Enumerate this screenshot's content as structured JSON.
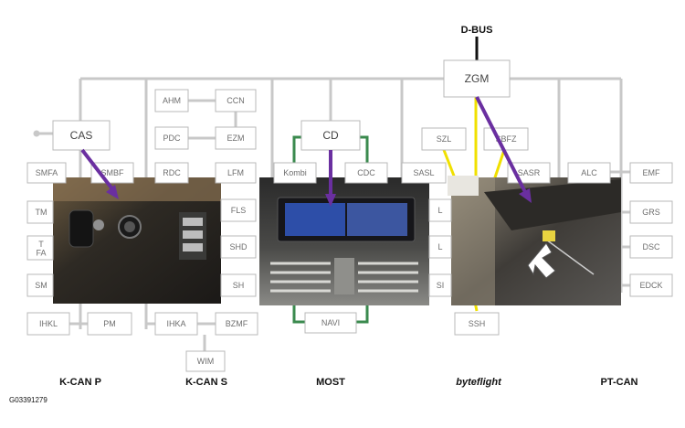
{
  "top_bus": "D-BUS",
  "modules": {
    "zgm": "ZGM",
    "cas": "CAS",
    "cd": "CD",
    "ahm": "AHM",
    "ccn": "CCN",
    "pdc": "PDC",
    "ezm": "EZM",
    "rdc": "RDC",
    "lfm": "LFM",
    "smfa": "SMFA",
    "smbf": "SMBF",
    "tm": "TM",
    "tfa": "T\nFA",
    "sm": "SM",
    "fls": "FLS",
    "shd": "SHD",
    "sh": "SH",
    "ihkl": "IHKL",
    "pm": "PM",
    "ihka": "IHKA",
    "bzmf": "BZMF",
    "wim": "WIM",
    "kombi": "Kombi",
    "cdc": "CDC",
    "navi": "NAVI",
    "szl": "SZL",
    "sbfz": "SBFZ",
    "sasl": "SASL",
    "sasr": "SASR",
    "l1": "L",
    "l2": "L",
    "sh2": "SI",
    "ssh": "SSH",
    "alc": "ALC",
    "emf": "EMF",
    "grs": "GRS",
    "dsc": "DSC",
    "edck": "EDCK"
  },
  "bus_labels": {
    "kcan_p": "K-CAN P",
    "kcan_s": "K-CAN S",
    "most": "MOST",
    "byteflight": "byteflight",
    "ptcan": "PT-CAN"
  },
  "image_code": "G03391279",
  "colors": {
    "backbone": "#c8c8c8",
    "most_line": "#3a8a4e",
    "byteflight_line": "#f0e000",
    "arrow": "#6a2fa0"
  },
  "icons": [
    "key-ignition-photo",
    "display-screen-photo",
    "footwell-photo",
    "hand-pointer-icon"
  ]
}
